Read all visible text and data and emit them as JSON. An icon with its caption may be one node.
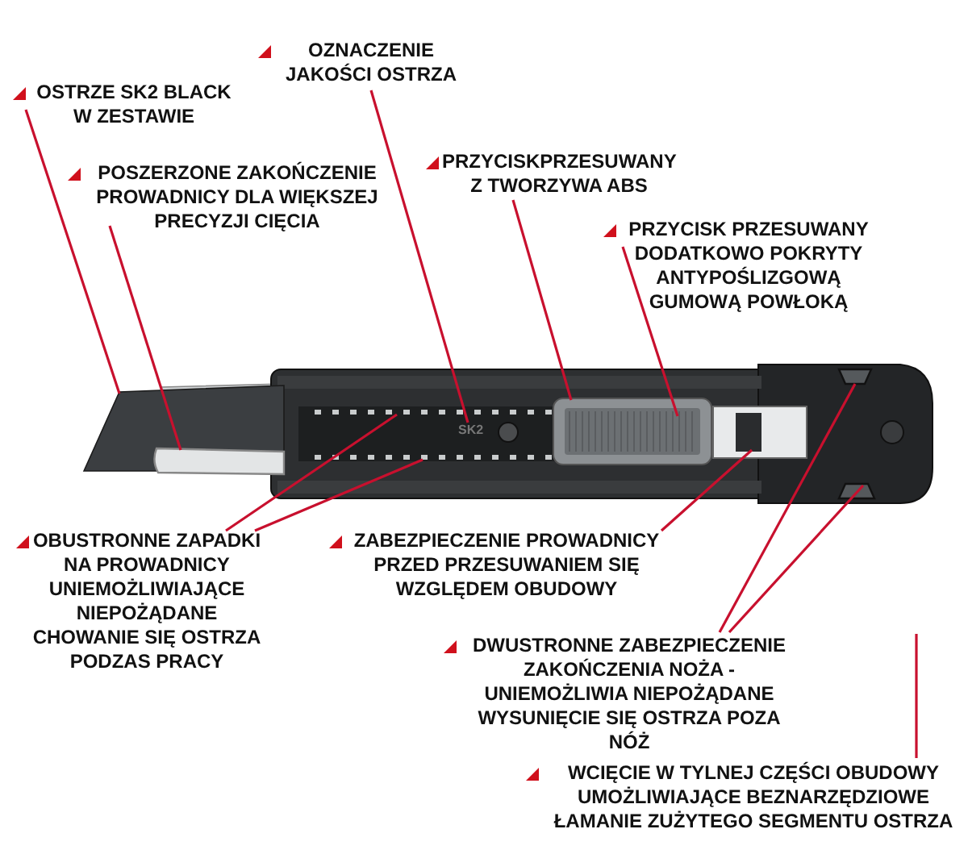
{
  "diagram": {
    "nodes": [
      {
        "text": [
          "OSTRZE SK2 BLACK W ZESTAWIE"
        ]
      },
      {
        "text": [
          "OZNACZENIE JAKOŚCI OSTRZA"
        ]
      },
      {
        "text": [
          "POSZERZONE ZAKOŃCZENIE PROWADNICY DLA WIĘKSZEJ PRECYZJI CIĘCIA"
        ]
      },
      {
        "text": [
          "PRZYCISKPRZESUWANY Z TWORZYWA ABS"
        ]
      },
      {
        "text": [
          "PRZYCISK PRZESUWANY DODATKOWO POKRYTY ANTYPOŚLIZGOWĄ GUMOWĄ POWŁOKĄ"
        ]
      },
      {
        "text": [
          "OBUSTRONNE ZAPADKI NA PROWADNICY UNIEMOŻLIWIAJĄCE NIEPOŻĄDANE CHOWANIE SIĘ OSTRZA PODZAS PRACY"
        ]
      },
      {
        "text": [
          "ZABEZPIECZENIE PROWADNICY PRZED PRZESUWANIEM SIĘ WZGLĘDEM OBUDOWY"
        ]
      },
      {
        "text": [
          "DWUSTRONNE ZABEZPIECZENIE ZAKOŃCZENIA NOŻA - UNIEMOŻLIWIA NIEPOŻĄDANE WYSUNIĘCIE SIĘ OSTRZA POZA NÓŻ"
        ]
      },
      {
        "text": [
          "WCIĘCIE W TYLNEJ CZĘŚCI OBUDOWY UMOŻLIWIAJĄCE BEZNARZĘDZIOWE ŁAMANIE ZUŻYTEGO SEGMENTU OSTRZA"
        ]
      },
      {
        "text": [],
        "shape": "picture"
      },
      {
        "text": [],
        "shape": "box"
      },
      {
        "text": [
          "SK2"
        ]
      },
      {
        "text": [],
        "shape": "picture"
      },
      {
        "text": [],
        "shape": "picture",
        "in": 12
      },
      {
        "text": [],
        "shape": "picture"
      },
      {
        "text": [],
        "shape": "picture"
      },
      {
        "text": [],
        "shape": "picture"
      },
      {
        "text": [],
        "shape": "box"
      },
      {
        "text": [],
        "shape": "box"
      }
    ],
    "edges": [
      {
        "from": 0,
        "to": 9,
        "arrow": "none"
      },
      {
        "from": 2,
        "to": 10,
        "arrow": "none"
      },
      {
        "from": 1,
        "to": 11,
        "arrow": "none"
      },
      {
        "from": 3,
        "to": 12,
        "arrow": "none"
      },
      {
        "from": 4,
        "to": 13,
        "arrow": "none"
      },
      {
        "from": 5,
        "to": 14,
        "arrow": "none"
      },
      {
        "from": 5,
        "to": 15,
        "arrow": "none"
      },
      {
        "from": 6,
        "to": 16,
        "arrow": "none"
      },
      {
        "from": 7,
        "to": 17,
        "arrow": "none"
      },
      {
        "from": 7,
        "to": 18,
        "arrow": "none"
      },
      {
        "from": 8,
        "to": null,
        "arrow": "none"
      }
    ]
  }
}
